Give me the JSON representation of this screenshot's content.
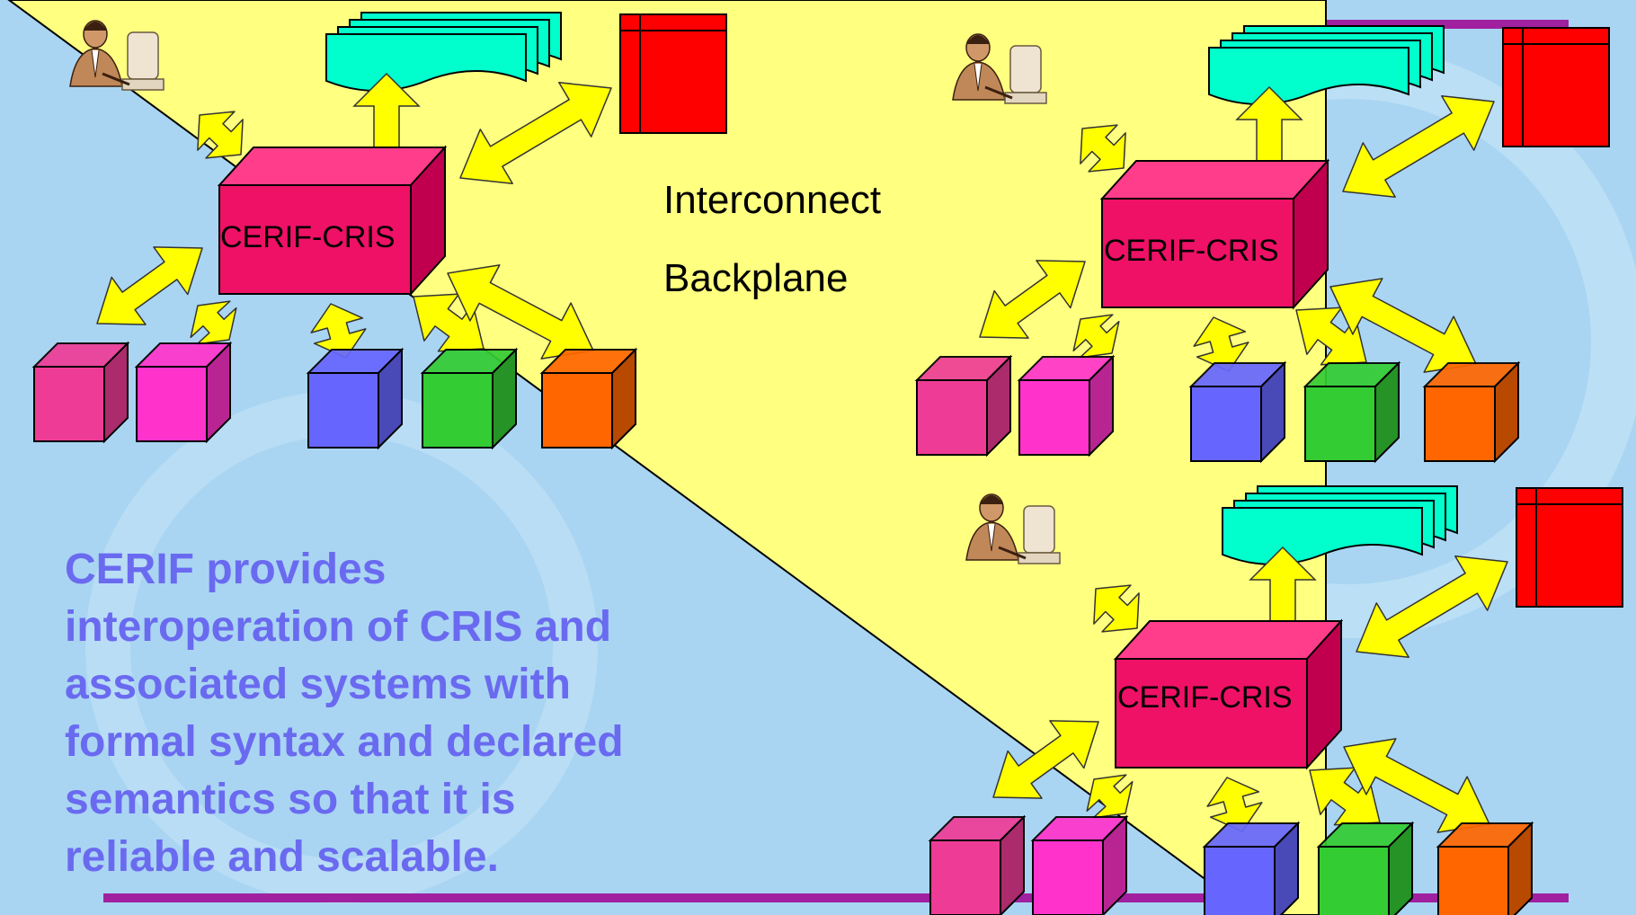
{
  "backplane": {
    "line1": "Interconnect",
    "line2": "Backplane"
  },
  "cris_nodes": [
    {
      "label": "CERIF-CRIS"
    },
    {
      "label": "CERIF-CRIS"
    },
    {
      "label": "CERIF-CRIS"
    }
  ],
  "caption": {
    "lines": [
      "CERIF provides",
      "interoperation of CRIS and",
      "associated systems with",
      "formal syntax and declared",
      "semantics so that it is",
      "reliable and scalable."
    ]
  },
  "colors": {
    "background": "#a9d5f2",
    "backplane": "#ffff80",
    "cris_box": "#ee1166",
    "arrow": "#ffff00",
    "document_stack": "#00ffcc",
    "database": "#ff0000",
    "caption_text": "#6a6af0",
    "rule_line": "#a020a0",
    "cube_pink": "#ee3c96",
    "cube_magenta": "#ff33cc",
    "cube_blue": "#6666ff",
    "cube_green": "#33cc33",
    "cube_orange": "#ff6600"
  }
}
